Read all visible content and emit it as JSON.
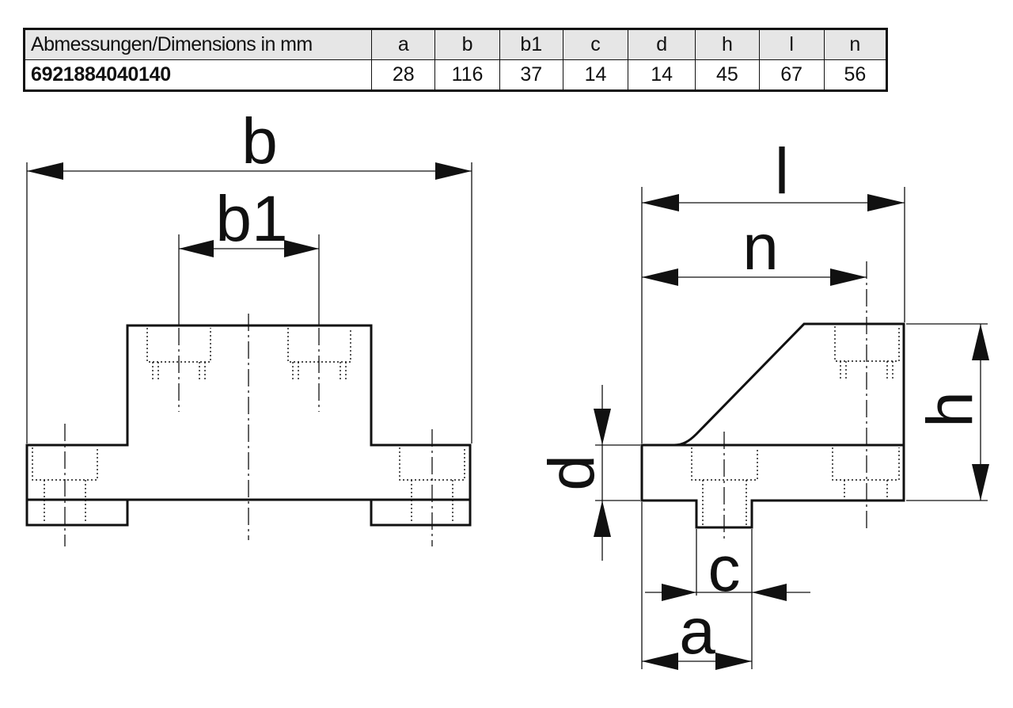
{
  "table": {
    "header_label": "Abmessungen/Dimensions in mm",
    "columns": [
      "a",
      "b",
      "b1",
      "c",
      "d",
      "h",
      "l",
      "n"
    ],
    "article_number": "6921884040140",
    "values": [
      "28",
      "116",
      "37",
      "14",
      "14",
      "45",
      "67",
      "56"
    ]
  },
  "drawing": {
    "labels": {
      "b": "b",
      "b1": "b1",
      "l": "l",
      "n": "n",
      "h": "h",
      "d": "d",
      "c": "c",
      "a": "a"
    }
  }
}
